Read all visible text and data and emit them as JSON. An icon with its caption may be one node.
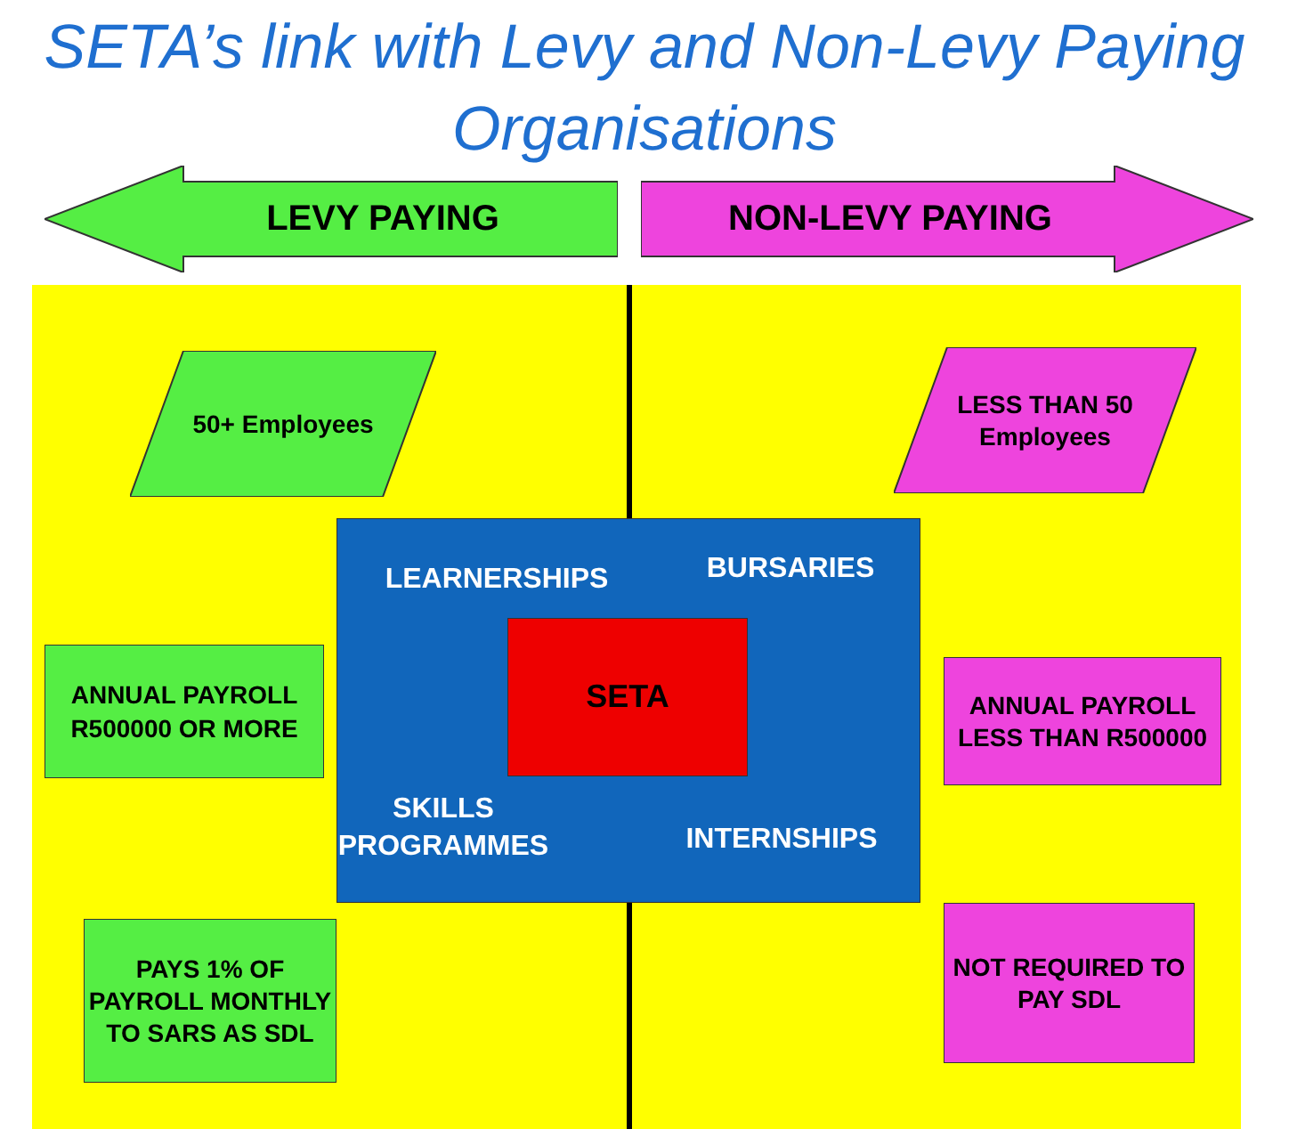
{
  "diagram": {
    "title": "SETA’s link with Levy and Non-Levy Paying Organisations",
    "nodes": [
      {
        "text": [
          "LEVY PAYING"
        ]
      },
      {
        "text": [
          "NON-LEVY PAYING"
        ]
      },
      {
        "text": [],
        "shape": "box"
      },
      {
        "text": [
          "50+ Employees"
        ],
        "in": 2
      },
      {
        "text": [
          "LESS THAN 50 Employees"
        ],
        "in": 2
      },
      {
        "text": [
          "LEARNERSHIPS",
          "BURSARIES",
          "SKILLS PROGRAMMES",
          "INTERNSHIPS"
        ],
        "in": 2
      },
      {
        "text": [
          "SETA"
        ],
        "in": 5
      },
      {
        "text": [
          "ANNUAL PAYROLL R500000 OR MORE"
        ],
        "in": 2
      },
      {
        "text": [
          "ANNUAL PAYROLL LESS THAN R500000"
        ],
        "in": 2
      },
      {
        "text": [
          "PAYS 1% OF PAYROLL MONTHLY TO SARS AS SDL"
        ],
        "in": 2
      },
      {
        "text": [
          "NOT REQUIRED TO PAY SDL"
        ],
        "in": 2
      }
    ],
    "edges": []
  }
}
